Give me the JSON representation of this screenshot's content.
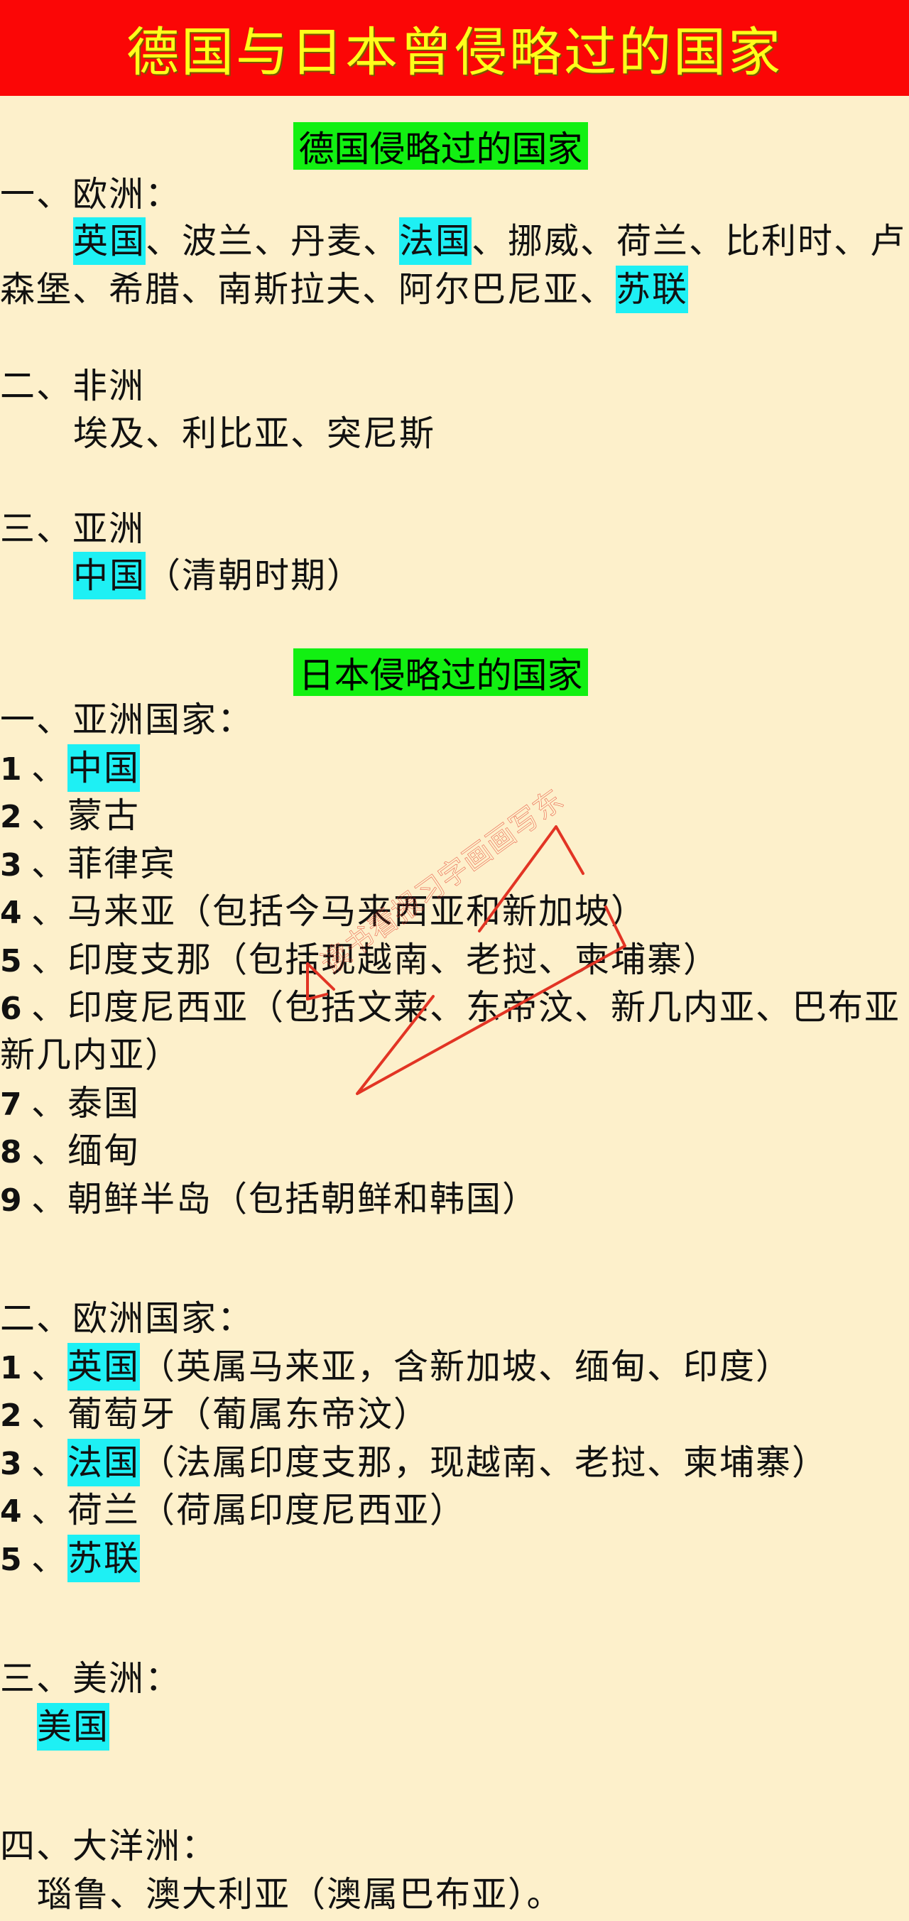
{
  "banner": {
    "title": "德国与日本曾侵略过的国家"
  },
  "colors": {
    "banner_bg": "#fb0606",
    "banner_text": "#ffff1a",
    "page_bg": "#fdf0cb",
    "section_head_bg": "#12f012",
    "highlight": "#1ef0f4",
    "watermark": "#e23424"
  },
  "germany": {
    "heading": "德国侵略过的国家",
    "europe": {
      "label": "一、欧洲：",
      "line1": [
        {
          "text": "英国",
          "hl": true
        },
        {
          "text": "、波兰、丹麦、"
        },
        {
          "text": "法国",
          "hl": true
        },
        {
          "text": "、挪威、荷兰、比利时、卢"
        }
      ],
      "line2": [
        {
          "text": "森堡、希腊、南斯拉夫、阿尔巴尼亚、"
        },
        {
          "text": "苏联",
          "hl": true
        }
      ]
    },
    "africa": {
      "label": "二、非洲",
      "items": "埃及、利比亚、突尼斯"
    },
    "asia": {
      "label": "三、亚洲",
      "highlight": "中国",
      "note": "（清朝时期）"
    }
  },
  "japan": {
    "heading": "日本侵略过的国家",
    "asia": {
      "label": "一、亚洲国家：",
      "items": [
        {
          "num": "1",
          "name": "中国",
          "hl": true,
          "note": ""
        },
        {
          "num": "2",
          "name": "蒙古",
          "note": ""
        },
        {
          "num": "3",
          "name": "菲律宾",
          "note": ""
        },
        {
          "num": "4",
          "name": "马来亚",
          "note": "（包括今马来西亚和新加坡）"
        },
        {
          "num": "5",
          "name": "印度支那",
          "note": "（包括现越南、老挝、柬埔寨）"
        },
        {
          "num": "6",
          "name": "印度尼西亚",
          "note": "（包括文莱、东帝汶、新几内亚、巴布亚",
          "continuation": "新几内亚）"
        },
        {
          "num": "7",
          "name": "泰国",
          "note": ""
        },
        {
          "num": "8",
          "name": "缅甸",
          "note": ""
        },
        {
          "num": "9",
          "name": "朝鲜半岛",
          "note": "（包括朝鲜和韩国）"
        }
      ]
    },
    "europe": {
      "label": "二、欧洲国家：",
      "items": [
        {
          "num": "1",
          "name": "英国",
          "hl": true,
          "note": "（英属马来亚，含新加坡、缅甸、印度）"
        },
        {
          "num": "2",
          "name": "葡萄牙",
          "note": "（葡属东帝汶）"
        },
        {
          "num": "3",
          "name": "法国",
          "hl": true,
          "note": "（法属印度支那，现越南、老挝、柬埔寨）"
        },
        {
          "num": "4",
          "name": "荷兰",
          "note": "（荷属印度尼西亚）"
        },
        {
          "num": "5",
          "name": "苏联",
          "hl": true,
          "note": ""
        }
      ]
    },
    "america": {
      "label": "三、美洲：",
      "highlight": "美国"
    },
    "oceania": {
      "label": "四、大洋洲：",
      "items": "瑙鲁、澳大利亚（澳属巴布亚）。"
    }
  },
  "watermark": {
    "text": "读书看报习字画画写东"
  },
  "sep": "、"
}
